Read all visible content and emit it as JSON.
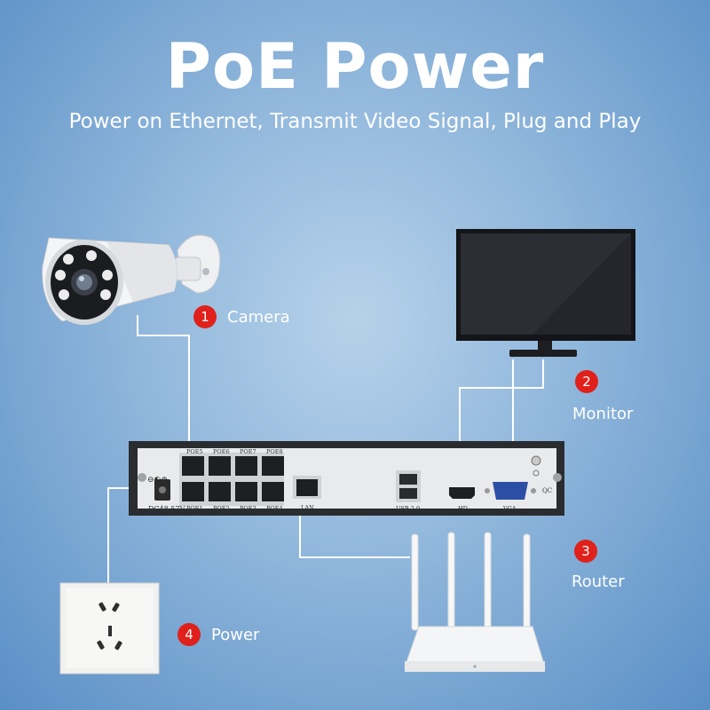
{
  "header": {
    "title": "PoE Power",
    "subtitle": "Power on Ethernet, Transmit Video Signal, Plug and Play"
  },
  "devices": {
    "camera": {
      "number": "1",
      "label": "Camera",
      "icon": "bullet-camera"
    },
    "monitor": {
      "number": "2",
      "label": "Monitor",
      "icon": "monitor"
    },
    "router": {
      "number": "3",
      "label": "Router",
      "icon": "wifi-router"
    },
    "power": {
      "number": "4",
      "label": "Power",
      "icon": "wall-socket"
    }
  },
  "nvr": {
    "poe_top": [
      "POE5",
      "POE6",
      "POE7",
      "POE8"
    ],
    "poe_bottom": [
      "POE1",
      "POE2",
      "POE3",
      "POE4"
    ],
    "dc_label": "DC48-57V",
    "lan_label": "LAN",
    "usb_label": "USB 2.0",
    "hd_label": "HD",
    "vga_label": "VGA",
    "qc_label": "QC"
  },
  "colors": {
    "accent_red": "#e0211b",
    "background": "#8fb6db",
    "wire": "#ffffff"
  }
}
